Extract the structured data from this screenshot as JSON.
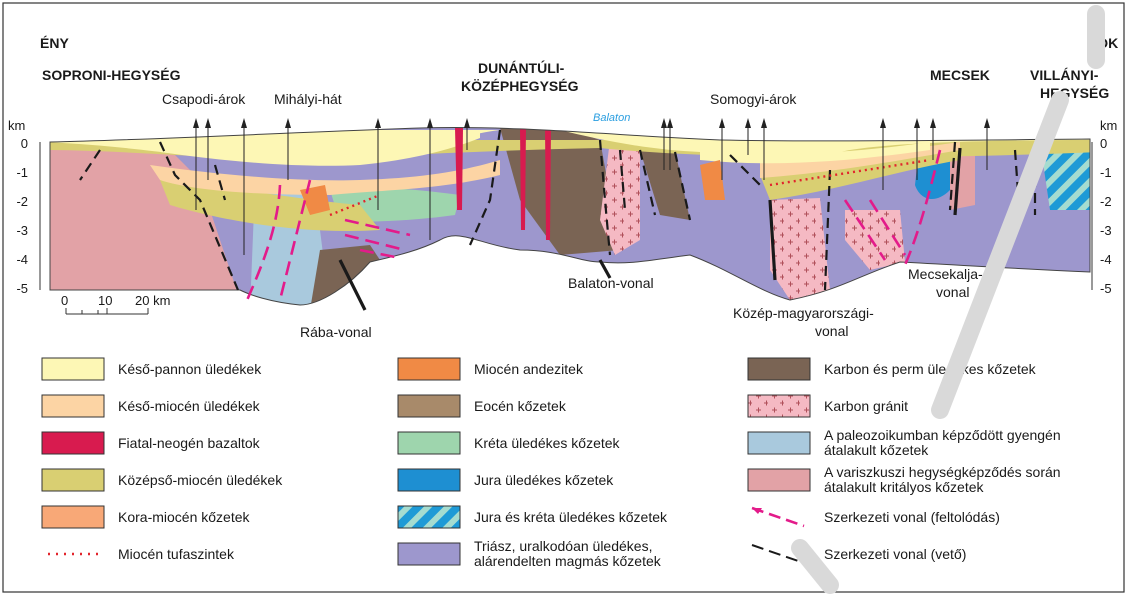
{
  "section": {
    "dir_left": "ÉNY",
    "dir_right": "DK",
    "regions": {
      "sopron": "SOPRONI-HEGYSÉG",
      "dunantul_1": "DUNÁNTÚLI-",
      "dunantul_2": "KÖZÉPHEGYSÉG",
      "mecsek": "MECSEK",
      "villany_1": "VILLÁNYI-",
      "villany_2": "HEGYSÉG"
    },
    "features": {
      "csapodi": "Csapodi-árok",
      "mihalyi": "Mihályi-hát",
      "somogyi": "Somogyi-árok",
      "balaton": "Balaton"
    },
    "lines": {
      "raba": "Rába-vonal",
      "balaton_vonal": "Balaton-vonal",
      "kozep_1": "Közép-magyarországi-",
      "kozep_2": "vonal",
      "mecsekalja_1": "Mecsekalja-",
      "mecsekalja_2": "vonal"
    },
    "depth_axis": {
      "unit": "km",
      "ticks": [
        "0",
        "-1",
        "-2",
        "-3",
        "-4",
        "-5"
      ]
    },
    "scale_bar": {
      "ticks": [
        "0",
        "10",
        "20 km"
      ]
    }
  },
  "legend": [
    {
      "label": "Késő-pannon üledékek",
      "color": "#fdf7b5",
      "kind": "box"
    },
    {
      "label": "Késő-miocén üledékek",
      "color": "#fcd4a4",
      "kind": "box"
    },
    {
      "label": "Fiatal-neogén bazaltok",
      "color": "#d81b4f",
      "kind": "box"
    },
    {
      "label": "Középső-miocén üledékek",
      "color": "#d9cf72",
      "kind": "box"
    },
    {
      "label": "Kora-miocén kőzetek",
      "color": "#f8a877",
      "kind": "box"
    },
    {
      "label": "Miocén tufaszintek",
      "color": "#e2242c",
      "kind": "dots"
    },
    {
      "label": "Miocén andezitek",
      "color": "#f08a45",
      "kind": "box"
    },
    {
      "label": "Eocén kőzetek",
      "color": "#a88a6a",
      "kind": "box"
    },
    {
      "label": "Kréta üledékes kőzetek",
      "color": "#9ed5ad",
      "kind": "box"
    },
    {
      "label": "Jura üledékes kőzetek",
      "color": "#1e8fd2",
      "kind": "box"
    },
    {
      "label": "Jura és kréta üledékes kőzetek",
      "color": "#1e9ad6",
      "kind": "hatch"
    },
    {
      "label": "Triász, uralkodóan üledékes,",
      "label2": "alárendelten magmás kőzetek",
      "color": "#9d97cd",
      "kind": "box"
    },
    {
      "label": "Karbon és perm üledékes kőzetek",
      "color": "#7a6454",
      "kind": "box"
    },
    {
      "label": "Karbon gránit",
      "color": "#f5b9c3",
      "kind": "granite"
    },
    {
      "label": "A paleozoikumban képződött gyengén",
      "label2": "átalakult kőzetek",
      "color": "#a9c9dd",
      "kind": "box"
    },
    {
      "label": "A variszkuszi hegységképződés során",
      "label2": "átalakult kritályos kőzetek",
      "color": "#e2a2a6",
      "kind": "box"
    },
    {
      "label": "Szerkezeti vonal (feltolódás)",
      "color": "#e31b8a",
      "kind": "thrust"
    },
    {
      "label": "Szerkezeti vonal (vető)",
      "color": "#1a1a1a",
      "kind": "fault"
    }
  ]
}
